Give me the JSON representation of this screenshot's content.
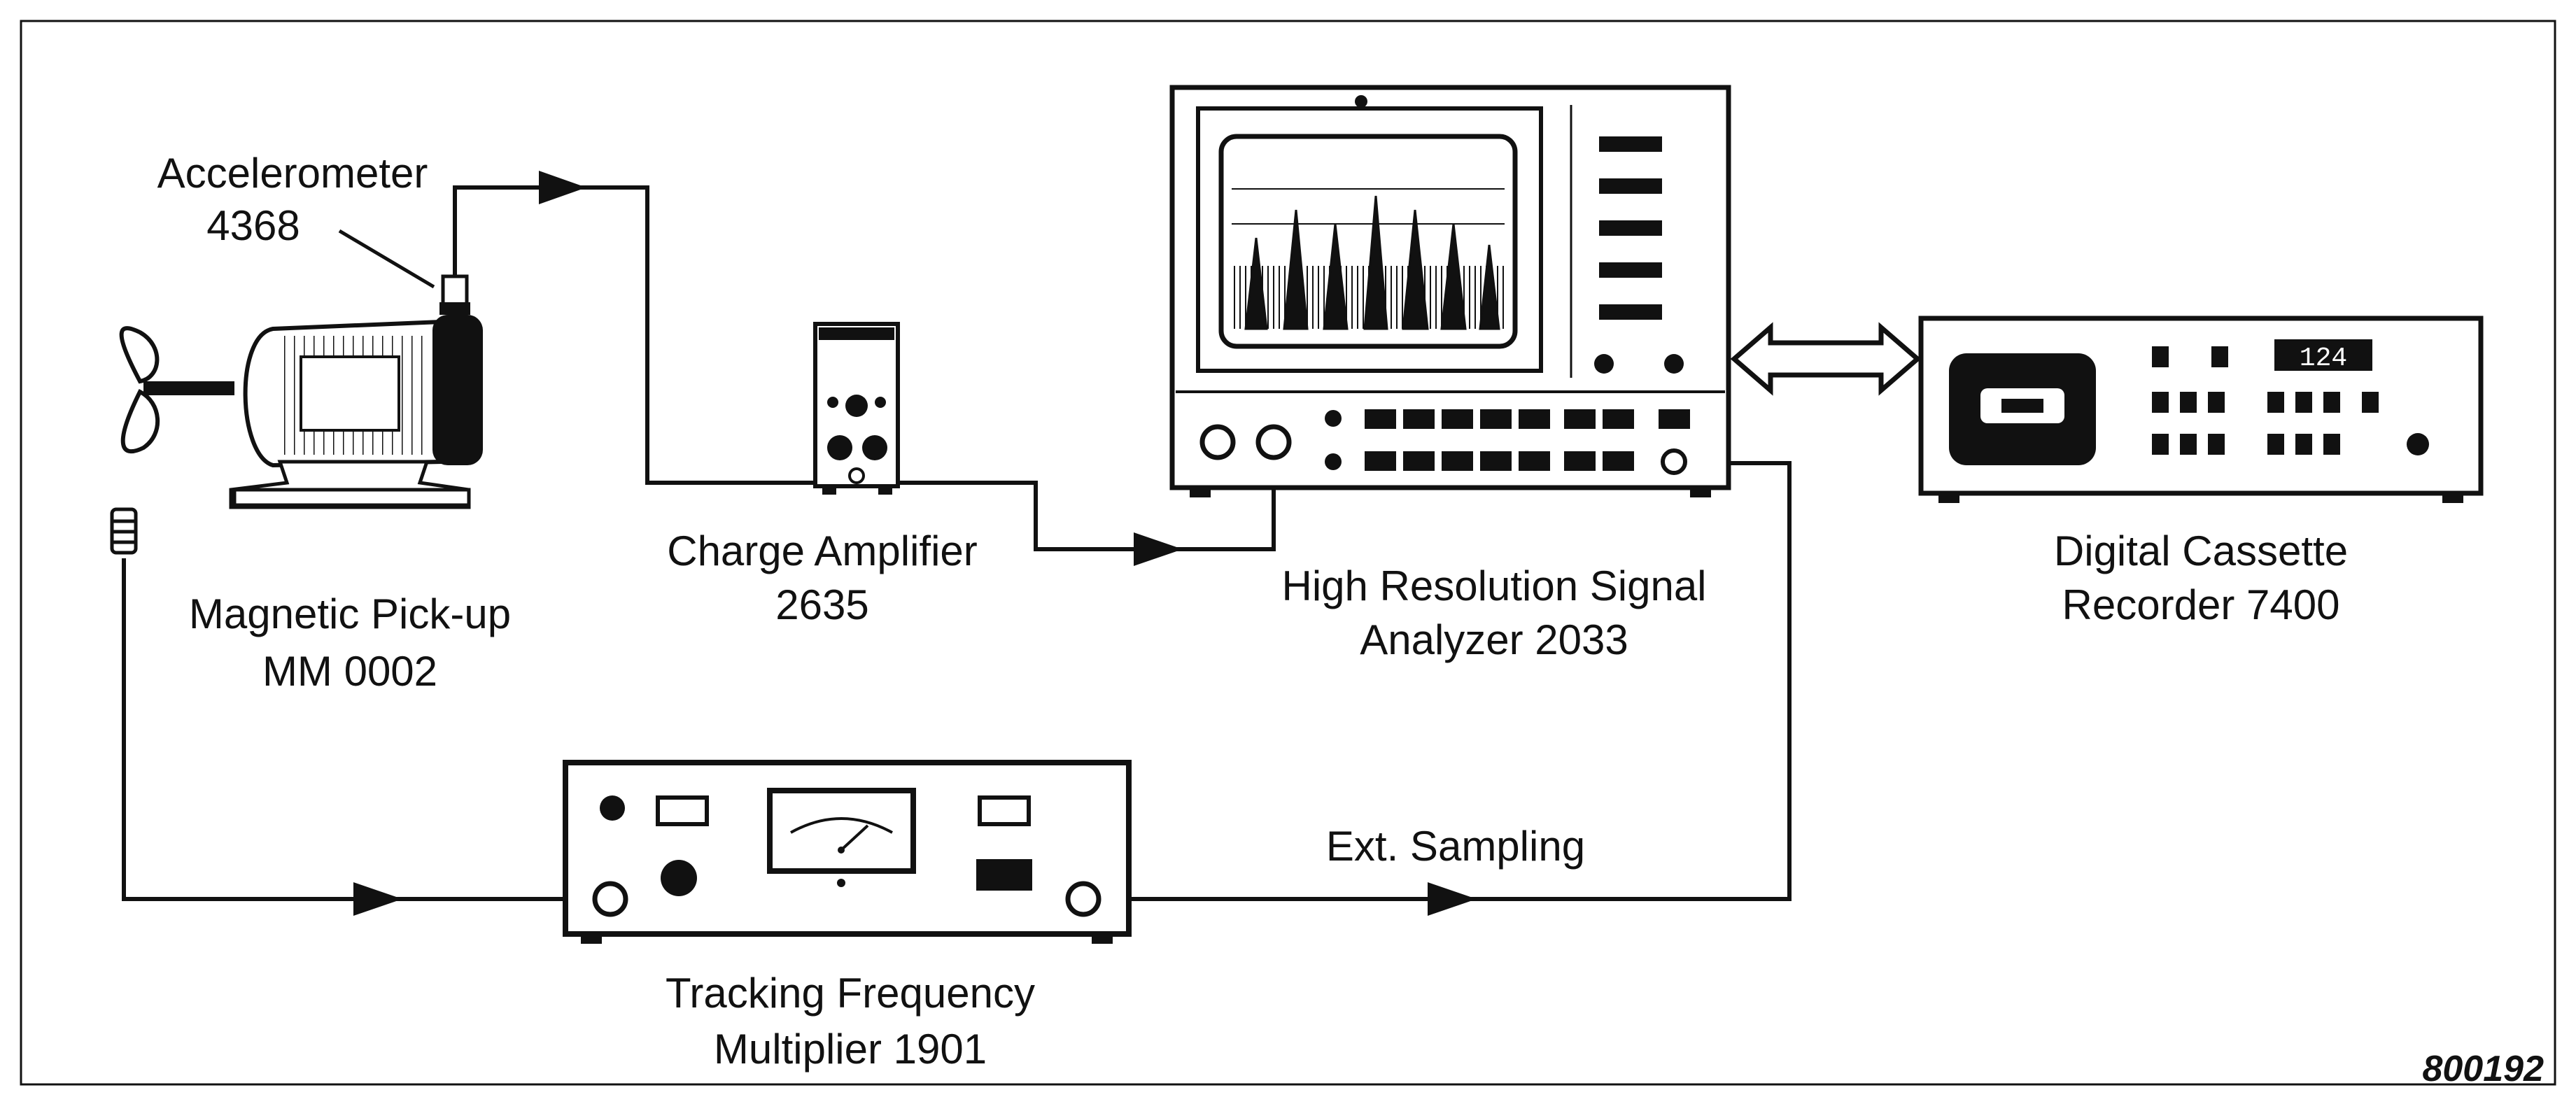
{
  "colors": {
    "ink": "#111111",
    "paper": "#ffffff",
    "panel": "#f4f4f4"
  },
  "labels": {
    "accelerometer": [
      "Accelerometer",
      "4368"
    ],
    "magnetic_pickup": [
      "Magnetic Pick-up",
      "MM 0002"
    ],
    "charge_amplifier": [
      "Charge Amplifier",
      "2635"
    ],
    "signal_analyzer": [
      "High Resolution Signal",
      "Analyzer 2033"
    ],
    "cassette_recorder": [
      "Digital Cassette",
      "Recorder 7400"
    ],
    "tracking_multiplier": [
      "Tracking Frequency",
      "Multiplier 1901"
    ],
    "ext_sampling": "Ext. Sampling",
    "figure_id": "800192",
    "recorder_display": "124"
  }
}
